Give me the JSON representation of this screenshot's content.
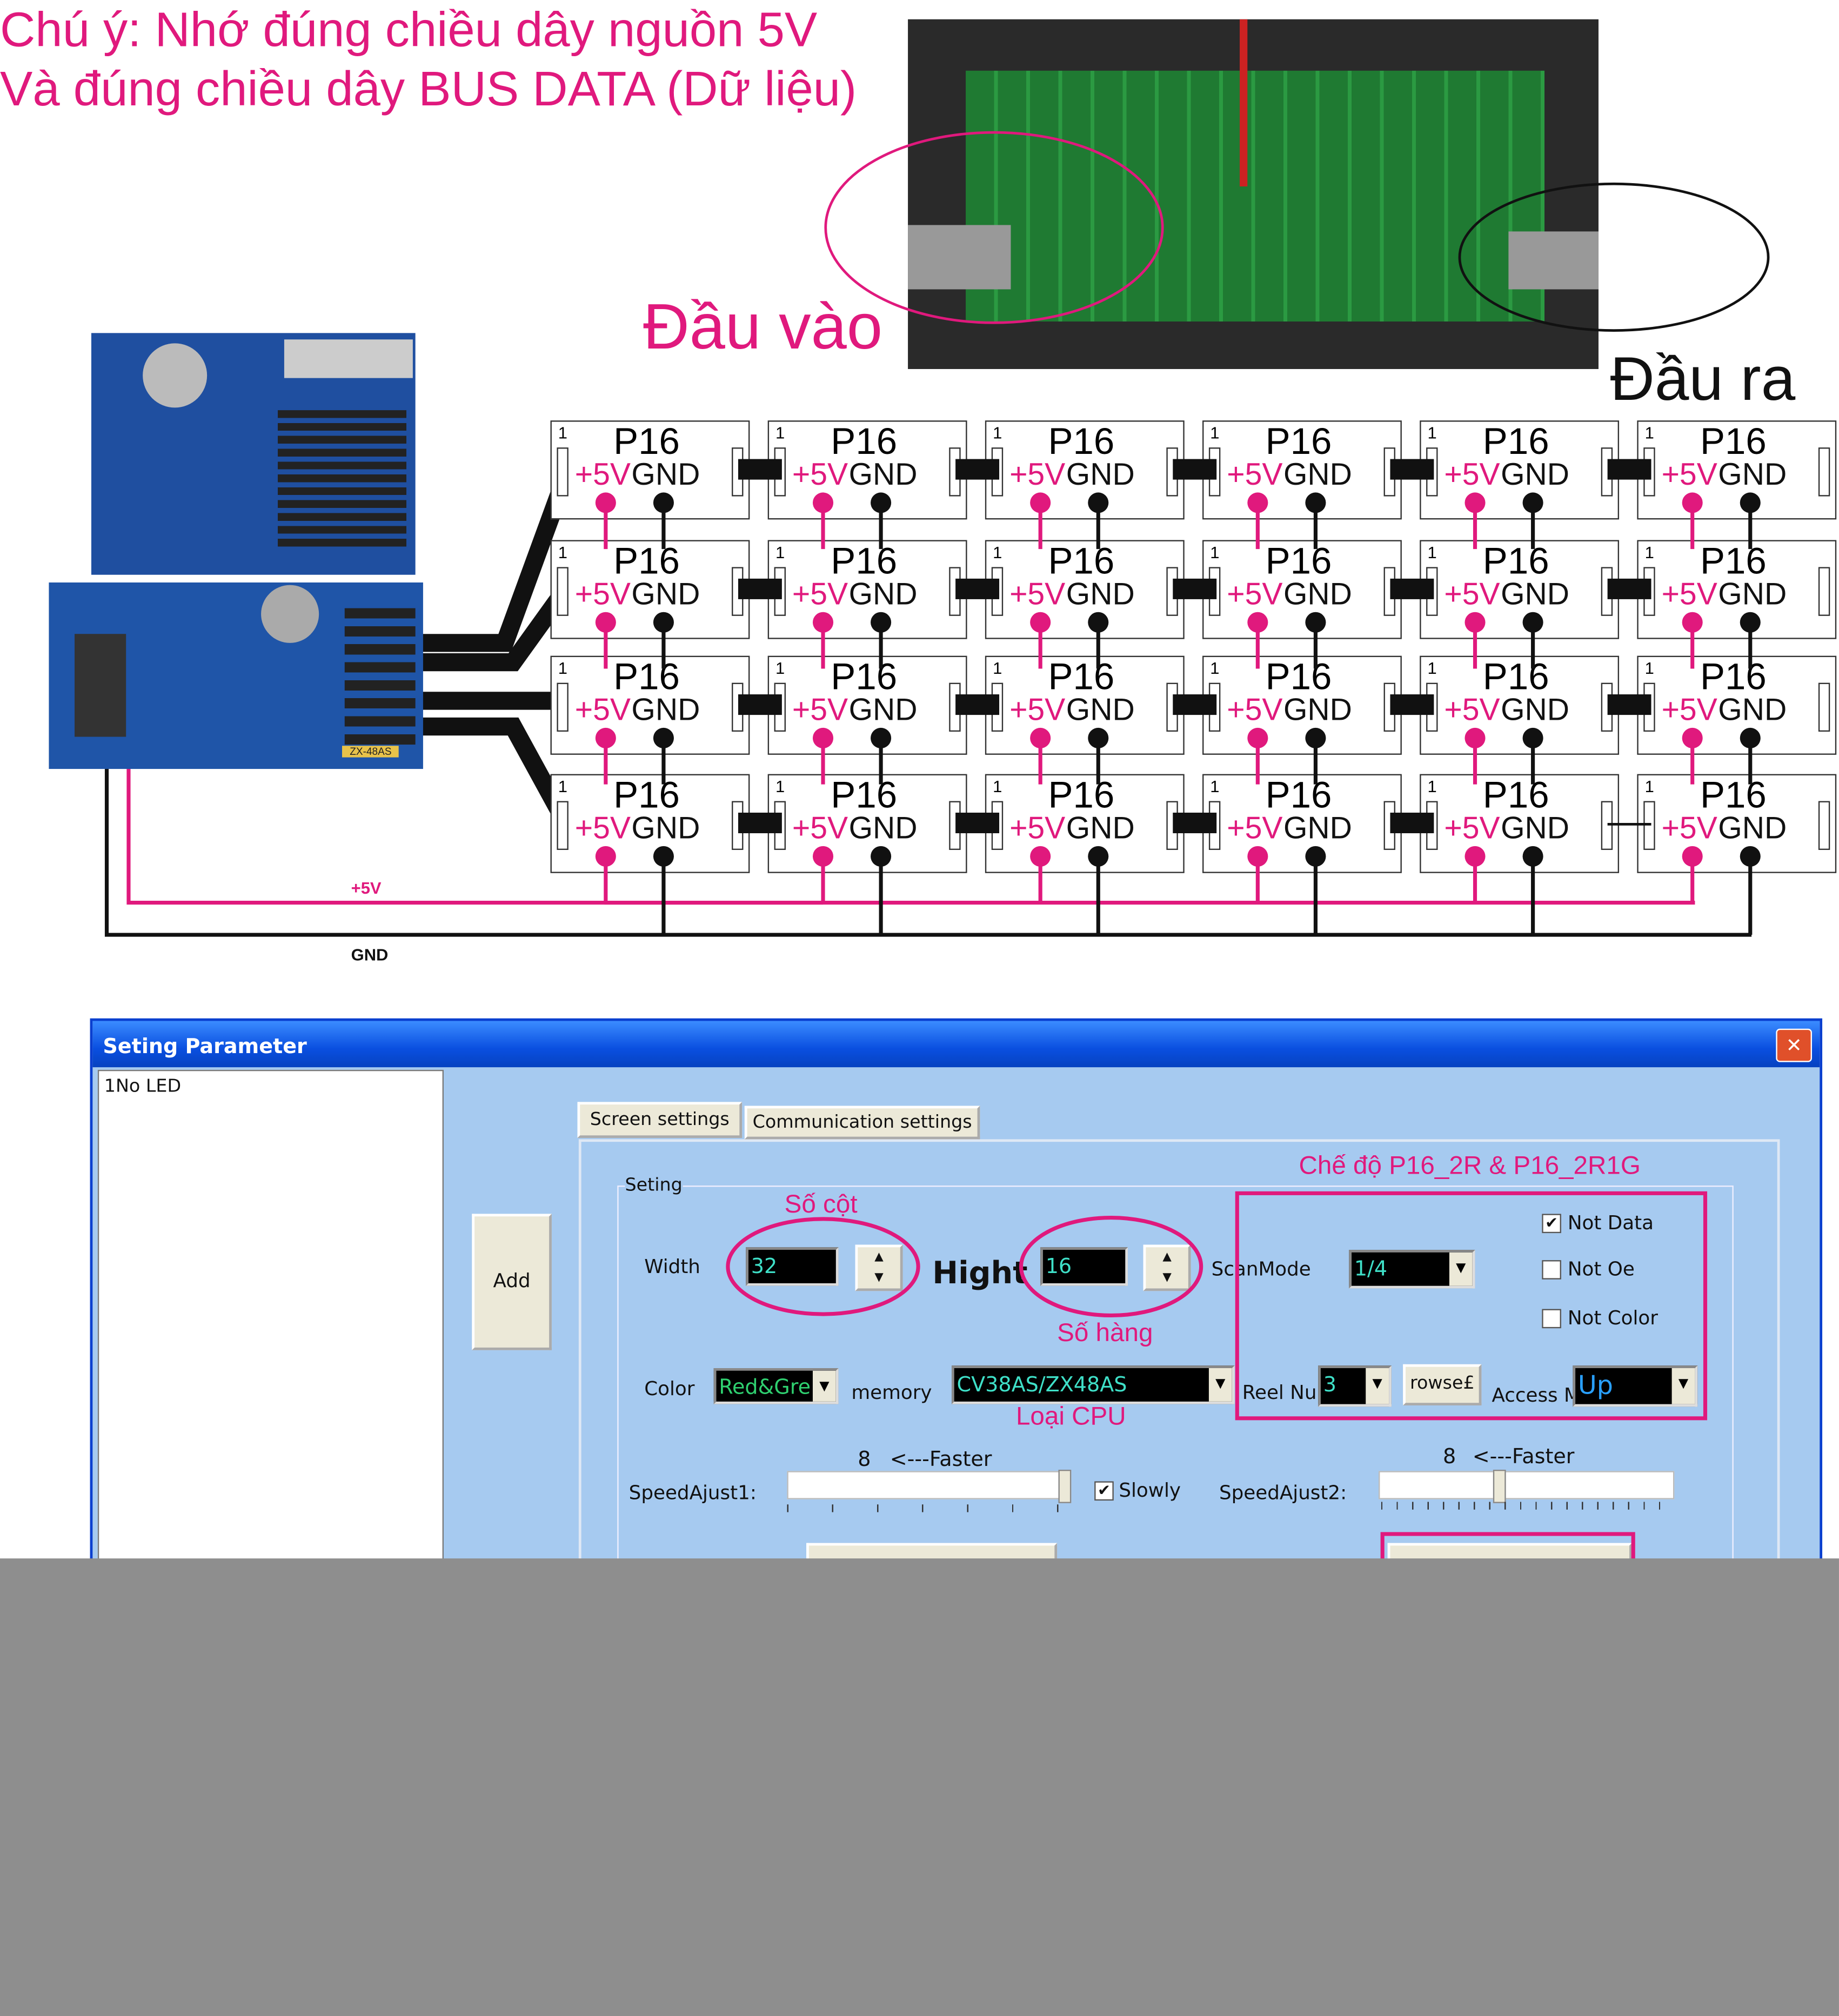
{
  "notes": {
    "line1": "Chú ý: Nhớ đúng chiều dây nguồn 5V",
    "line2": "Và đúng chiều dây BUS DATA (Dữ liệu)"
  },
  "labels": {
    "input": "Đầu vào",
    "output": "Đầu ra",
    "v5": "+5V",
    "gnd": "GND"
  },
  "controller": {
    "board_label": "ZX-48AS"
  },
  "panel": {
    "pin": "1",
    "name": "P16",
    "v5": "+5V",
    "gnd": "GND"
  },
  "grid": {
    "rows": 4,
    "cols": 6
  },
  "colors": {
    "magenta": "#e0197d",
    "dialog_bg": "#a6caf0",
    "title_blue": "#0a4fe0",
    "overlay_gray": "#8e8e8e"
  },
  "dialog": {
    "title": "Seting Parameter",
    "list_item": "1No LED",
    "add_button": "Add",
    "tabs": [
      "Screen settings",
      "Communication settings"
    ],
    "group": "Seting",
    "width_label": "Width",
    "width_value": "32",
    "hight_label": "Hight",
    "hight_value": "16",
    "scanmode_label": "ScanMode",
    "scanmode_value": "1/4",
    "not_data": "Not Data",
    "not_oe": "Not Oe",
    "not_color": "Not Color",
    "not_data_checked": true,
    "not_oe_checked": false,
    "not_color_checked": false,
    "color_label": "Color",
    "color_value": "Red&Gre",
    "memory_label": "memory",
    "memory_value": "CV38AS/ZX48AS",
    "reel_label": "Reel Nu",
    "reel_value": "3",
    "browse_button": "rowse£",
    "access_label": "Access M",
    "access_value": "Up",
    "speed1_label": "SpeedAjust1:",
    "speed1_value": "8",
    "speed1_hint": "<---Faster",
    "slowly_label": "Slowly",
    "slowly_checked": true,
    "speed2_label": "SpeedAjust2:",
    "speed2_value": "8",
    "speed2_hint": "<---Faster"
  },
  "annotations": {
    "so_cot": "Số cột",
    "so_hang": "Số hàng",
    "mode": "Chế độ P16_2R & P16_2R1G",
    "cpu": "Loại CPU"
  }
}
